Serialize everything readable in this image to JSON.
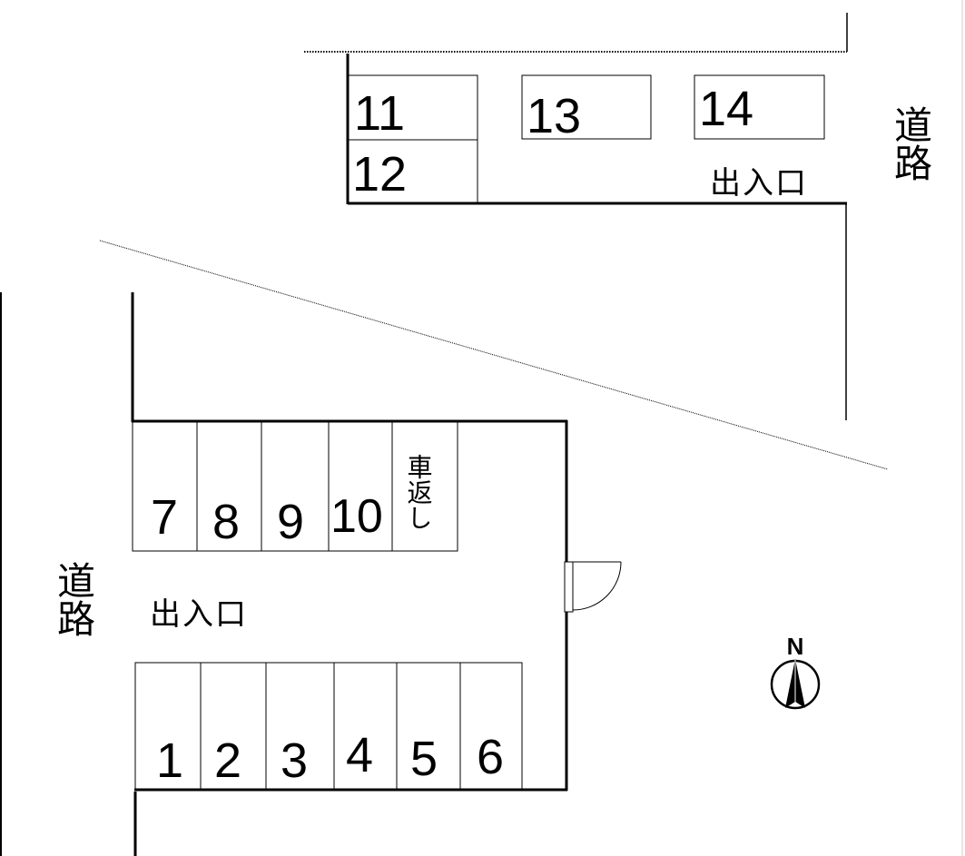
{
  "labels": {
    "road_right": "道路",
    "road_left": "道路",
    "entrance_top": "出入口",
    "entrance_bottom": "出入口",
    "turnaround": "車返し",
    "north": "N"
  },
  "spaces": {
    "s1": "1",
    "s2": "2",
    "s3": "3",
    "s4": "4",
    "s5": "5",
    "s6": "6",
    "s7": "7",
    "s8": "8",
    "s9": "9",
    "s10": "10",
    "s11": "11",
    "s12": "12",
    "s13": "13",
    "s14": "14"
  }
}
